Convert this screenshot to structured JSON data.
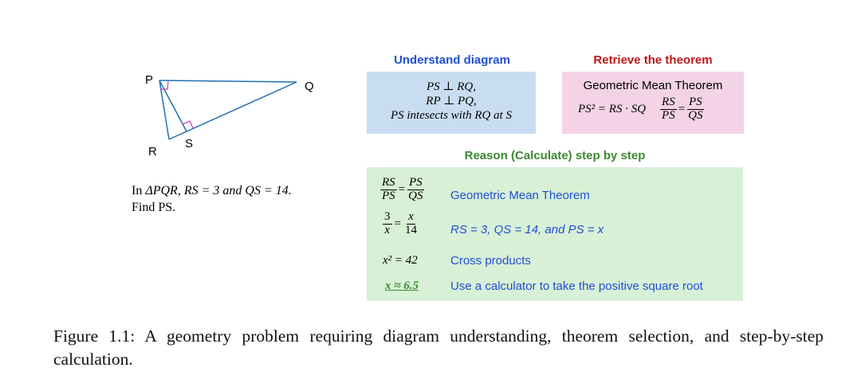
{
  "diagram": {
    "vertex_labels": {
      "P": "P",
      "Q": "Q",
      "R": "R",
      "S": "S"
    },
    "colors": {
      "line": "#1f6fb2",
      "right_angle": "#c44ab0"
    }
  },
  "problem": {
    "line1_prefix": "In ",
    "triangle": "ΔPQR",
    "line1_mid": ", RS = 3 and QS = 14.",
    "line2": "Find PS."
  },
  "understand": {
    "heading": "Understand diagram",
    "lines": [
      "PS ⊥ RQ,",
      "RP ⊥ PQ,",
      "PS intesects with RQ at S"
    ],
    "colors": {
      "heading": "#1f4fd6",
      "box": "#c9ddf2"
    }
  },
  "retrieve": {
    "heading": "Retrieve the theorem",
    "theorem_name": "Geometric Mean Theorem",
    "formula_left": "PS² = RS · SQ",
    "frac1_num": "RS",
    "frac1_den": "PS",
    "equals": "=",
    "frac2_num": "PS",
    "frac2_den": "QS",
    "colors": {
      "heading": "#c0181a",
      "box": "#f4d3e6"
    }
  },
  "reason": {
    "heading": "Reason (Calculate) step by step",
    "colors": {
      "heading": "#3a8a2f",
      "box": "#d8f0d6",
      "step_text": "#1f4fd6",
      "answer": "#3a8a2f"
    },
    "steps": [
      {
        "frac_a_num": "RS",
        "frac_a_den": "PS",
        "eq": "=",
        "frac_b_num": "PS",
        "frac_b_den": "QS",
        "text": "Geometric Mean Theorem"
      },
      {
        "frac_a_num": "3",
        "frac_a_den": "x",
        "eq": "=",
        "frac_b_num": "x",
        "frac_b_den": "14",
        "text": "RS = 3, QS = 14, and PS = x"
      },
      {
        "math": "x² = 42",
        "text": "Cross products"
      },
      {
        "math": "x ≈ 6.5",
        "text": "Use a calculator to take the positive square root"
      }
    ]
  },
  "caption": {
    "text": "Figure 1.1: A geometry problem requiring diagram understanding, theorem selection, and step-by-step calculation."
  }
}
